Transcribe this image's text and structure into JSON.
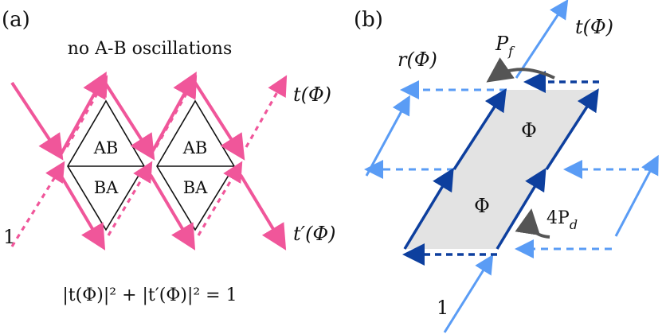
{
  "panel_a": {
    "panel_label": "(a)",
    "title": "no A-B oscillations",
    "cells": [
      {
        "top": "AB",
        "bottom": "BA"
      },
      {
        "top": "AB",
        "bottom": "BA"
      }
    ],
    "input_label": "1",
    "out_t": "t(Φ)",
    "out_tp": "t′(Φ)",
    "equation": "|t(Φ)|² + |t′(Φ)|² = 1",
    "colors": {
      "arrow": "#f0569a",
      "outline": "#111111"
    }
  },
  "panel_b": {
    "panel_label": "(b)",
    "out_t": "t(Φ)",
    "out_r": "r(Φ)",
    "pf_label": "P",
    "pf_sub": "f",
    "pd_label": "4P",
    "pd_sub": "d",
    "flux_upper": "Φ",
    "flux_lower": "Φ",
    "input_label": "1",
    "colors": {
      "light": "#5a9cf5",
      "dark": "#0d3f9e",
      "fill": "#e3e3e3",
      "curve": "#555555"
    }
  }
}
